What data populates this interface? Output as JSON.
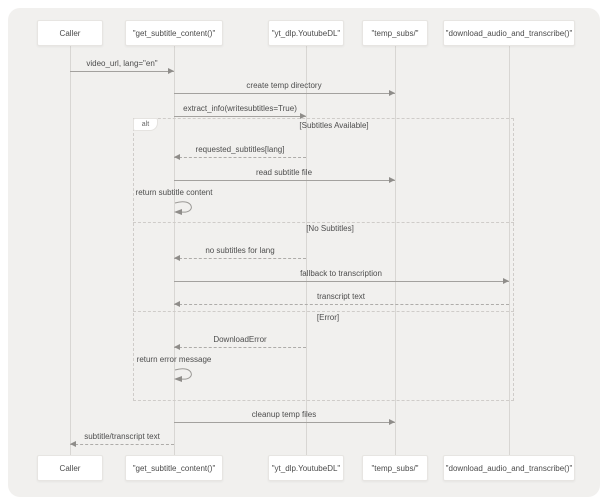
{
  "diagram_type": "uml-sequence",
  "colors": {
    "canvas_bg": "#f1f0ee",
    "participant_bg": "#ffffff",
    "line": "#a3a19e",
    "text": "#4d4d4d"
  },
  "participants": [
    {
      "name": "Caller"
    },
    {
      "name": "\"get_subtitle_content()\""
    },
    {
      "name": "\"yt_dlp.YoutubeDL\""
    },
    {
      "name": "\"temp_subs/\""
    },
    {
      "name": "\"download_audio_and_transcribe()\""
    }
  ],
  "alt_frame": {
    "label": "alt",
    "branches": [
      "[Subtitles Available]",
      "[No Subtitles]",
      "[Error]"
    ]
  },
  "messages": [
    {
      "label": "video_url, lang=\"en\"",
      "from": "Caller",
      "to": "\"get_subtitle_content()\"",
      "style": "solid-arrow"
    },
    {
      "label": "create temp directory",
      "from": "\"get_subtitle_content()\"",
      "to": "\"temp_subs/\"",
      "style": "solid-arrow"
    },
    {
      "label": "extract_info(writesubtitles=True)",
      "from": "\"get_subtitle_content()\"",
      "to": "\"yt_dlp.YoutubeDL\"",
      "style": "solid-arrow"
    },
    {
      "label": "requested_subtitles[lang]",
      "from": "\"yt_dlp.YoutubeDL\"",
      "to": "\"get_subtitle_content()\"",
      "style": "dashed-arrow"
    },
    {
      "label": "read subtitle file",
      "from": "\"get_subtitle_content()\"",
      "to": "\"temp_subs/\"",
      "style": "solid-arrow"
    },
    {
      "label": "return subtitle content",
      "from": "\"get_subtitle_content()\"",
      "to": "\"get_subtitle_content()\"",
      "style": "self-message"
    },
    {
      "label": "no subtitles for lang",
      "from": "\"yt_dlp.YoutubeDL\"",
      "to": "\"get_subtitle_content()\"",
      "style": "dashed-arrow"
    },
    {
      "label": "fallback to transcription",
      "from": "\"get_subtitle_content()\"",
      "to": "\"download_audio_and_transcribe()\"",
      "style": "solid-arrow"
    },
    {
      "label": "transcript text",
      "from": "\"download_audio_and_transcribe()\"",
      "to": "\"get_subtitle_content()\"",
      "style": "dashed-arrow"
    },
    {
      "label": "DownloadError",
      "from": "\"yt_dlp.YoutubeDL\"",
      "to": "\"get_subtitle_content()\"",
      "style": "dashed-arrow"
    },
    {
      "label": "return error message",
      "from": "\"get_subtitle_content()\"",
      "to": "\"get_subtitle_content()\"",
      "style": "self-message"
    },
    {
      "label": "cleanup temp files",
      "from": "\"get_subtitle_content()\"",
      "to": "\"temp_subs/\"",
      "style": "solid-arrow"
    },
    {
      "label": "subtitle/transcript text",
      "from": "\"get_subtitle_content()\"",
      "to": "Caller",
      "style": "dashed-arrow"
    }
  ]
}
